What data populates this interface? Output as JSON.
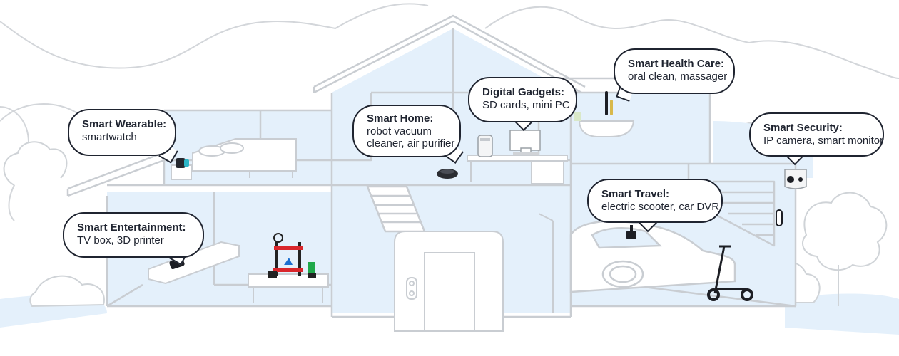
{
  "colors": {
    "outline": "#c9cdd2",
    "house_fill": "#e4f0fb",
    "callout_border": "#1f2430",
    "accent_red": "#d9262b",
    "accent_green": "#1fa84a",
    "accent_blue": "#1b6fd1"
  },
  "callouts": [
    {
      "id": "wearable",
      "title": "Smart Wearable:",
      "desc": [
        "smartwatch"
      ]
    },
    {
      "id": "entertainment",
      "title": "Smart Entertainment:",
      "desc": [
        "TV box, 3D printer"
      ]
    },
    {
      "id": "home",
      "title": "Smart Home:",
      "desc": [
        "robot vacuum",
        "cleaner, air purifier"
      ]
    },
    {
      "id": "gadgets",
      "title": "Digital Gadgets:",
      "desc": [
        "SD cards, mini PC"
      ]
    },
    {
      "id": "health",
      "title": "Smart Health Care:",
      "desc": [
        "oral clean, massager"
      ]
    },
    {
      "id": "security",
      "title": "Smart Security:",
      "desc": [
        "IP camera, smart monitor"
      ]
    },
    {
      "id": "travel",
      "title": "Smart Travel:",
      "desc": [
        "electric scooter, car DVR"
      ]
    }
  ],
  "devices": [
    "smartwatch-icon",
    "tv-box-icon",
    "3d-printer-icon",
    "robot-vacuum-icon",
    "air-purifier-icon",
    "mini-pc-icon",
    "toothbrush-icon",
    "ip-camera-icon",
    "car-dvr-icon",
    "electric-scooter-icon"
  ]
}
